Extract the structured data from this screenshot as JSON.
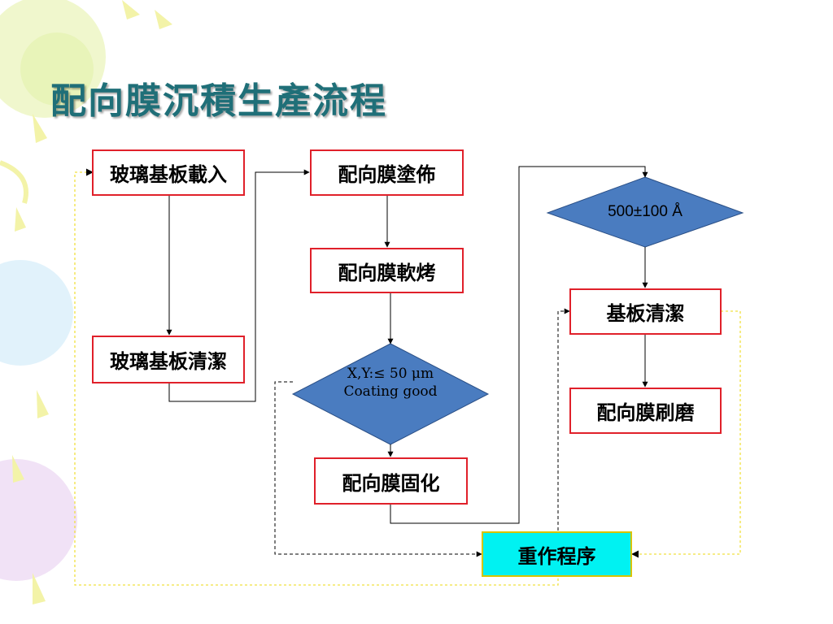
{
  "title": "配向膜沉積生產流程",
  "boxes": {
    "glass_load": "玻璃基板載入",
    "glass_clean": "玻璃基板清潔",
    "pi_coat": "配向膜塗佈",
    "pi_softbake": "配向膜軟烤",
    "pi_cure": "配向膜固化",
    "substrate_clean": "基板清潔",
    "pi_rub": "配向膜刷磨",
    "rework": "重作程序"
  },
  "decisions": {
    "inspection_line1": "X,Y:≤ 50 μm",
    "inspection_line2": "Coating good",
    "thickness": "500±100 Å"
  },
  "colors": {
    "title": "#1f6f78",
    "box_border": "#e0202a",
    "decision_fill": "#4a7cc0",
    "rework_fill": "#00f2f2",
    "rework_border": "#d8c400",
    "yellow_dotted": "#f0e040"
  }
}
